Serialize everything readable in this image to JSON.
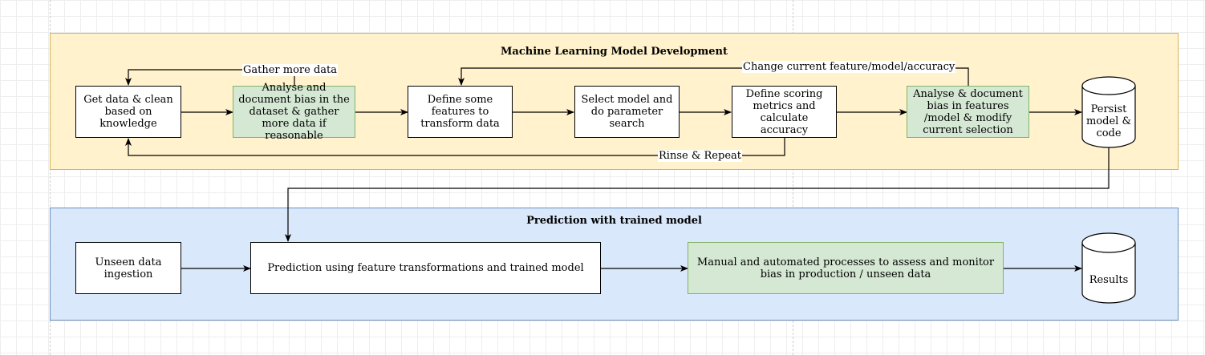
{
  "ml_lane": {
    "title": "Machine Learning Model Development",
    "nodes": {
      "get_data": "Get data & clean based on knowledge",
      "analyse_dataset": "Analyse and document bias in the dataset & gather more data if reasonable",
      "define_features": "Define some features to transform data",
      "select_model": "Select model and do parameter search",
      "define_metrics": "Define scoring metrics and calculate accuracy",
      "analyse_features": "Analyse & document bias in features /model & modify current selection",
      "persist": "Persist model & code"
    },
    "edge_labels": {
      "gather_more": "Gather more data",
      "change_current": "Change current feature/model/accuracy",
      "rinse_repeat": "Rinse & Repeat"
    }
  },
  "pred_lane": {
    "title": "Prediction with trained model",
    "nodes": {
      "unseen": "Unseen data ingestion",
      "prediction": "Prediction using feature transformations and trained model",
      "monitor": "Manual and automated processes to assess and monitor bias in production / unseen data",
      "results": "Results"
    }
  },
  "colors": {
    "ml_fill": "#fff2cc",
    "ml_stroke": "#d6b656",
    "pred_fill": "#dae8fc",
    "pred_stroke": "#6c8ebf",
    "green_fill": "#d5e8d4",
    "green_stroke": "#82b366"
  }
}
